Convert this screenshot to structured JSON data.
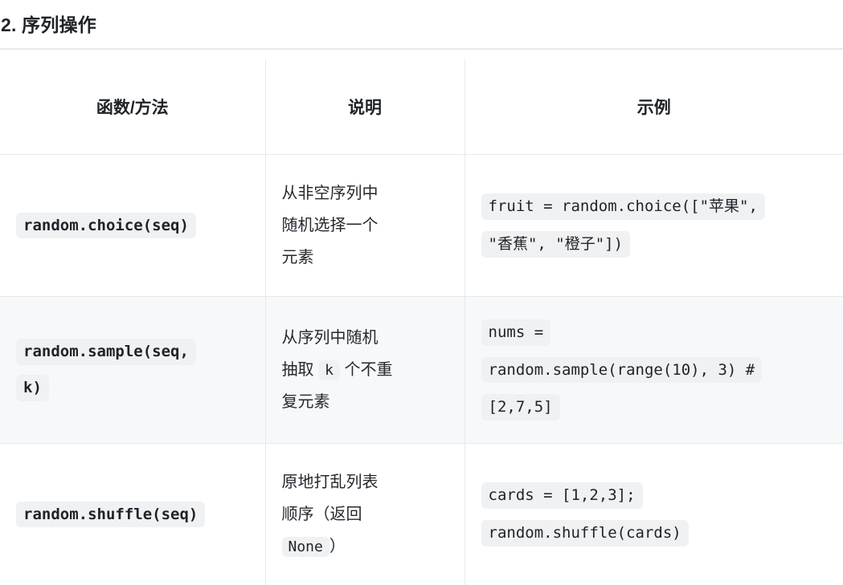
{
  "page": {
    "heading": "2. 序列操作"
  },
  "table": {
    "headers": [
      "函数/方法",
      "说明",
      "示例"
    ],
    "rows": [
      {
        "func_lines": [
          "random.choice(seq)"
        ],
        "desc": "从非空序列中随机选择一个元素",
        "example_lines": [
          "fruit = random.choice([\"苹果\",",
          "\"香蕉\", \"橙子\"])"
        ]
      },
      {
        "func_lines": [
          "random.sample(seq,",
          "k)"
        ],
        "desc_pre": "从序列中随机抽取 ",
        "desc_code": "k",
        "desc_post": " 个不重复元素",
        "example_lines": [
          "nums =",
          "random.sample(range(10), 3) #",
          "[2,7,5]"
        ]
      },
      {
        "func_lines": [
          "random.shuffle(seq)"
        ],
        "desc_pre": "原地打乱列表顺序（返回 ",
        "desc_code": "None",
        "desc_post": "）",
        "example_lines": [
          "cards = [1,2,3];",
          "random.shuffle(cards)"
        ]
      }
    ],
    "colors": {
      "code_background": "#eff1f3",
      "alt_row_background": "#f6f8fa",
      "border": "#e6e9ec",
      "text": "#1f2328"
    }
  }
}
